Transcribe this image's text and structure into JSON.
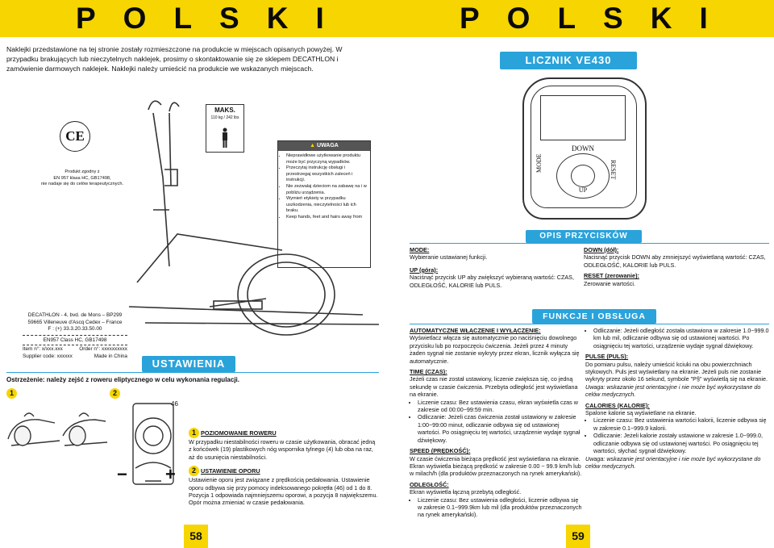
{
  "header": {
    "left_title": "POLSKI",
    "right_title": "POLSKI"
  },
  "intro_text": "Naklejki przedstawione na tej stronie zostały rozmieszczone na produkcie w miejscach opisanych powyżej. W przypadku brakujących lub nieczytelnych naklejek, prosimy o skontaktowanie się ze sklepem DECATHLON i zamówienie darmowych naklejek. Naklejki należy umieścić na produkcie we wskazanych miejscach.",
  "ce_mark": "CE",
  "norm_label": [
    "Produkt zgodny z",
    "EN 957 klasa HC, GB17498,",
    "nie nadaje się do celów terapeutycznych."
  ],
  "max_label": {
    "title": "MAKS.",
    "value": "110 kg / 242 lbs"
  },
  "warning": {
    "title": "UWAGA",
    "items": [
      "Nieprawidłowe użytkowanie produktu może być przyczyną wypadków.",
      "Przeczytaj instrukcję obsługi i przestrzegaj wszystkich zaleceń i instrukcji.",
      "Nie zezwalaj dzieciom na zabawę na i w pobliżu urządzenia.",
      "Wymień etykiety w przypadku uszkodzenia, nieczytelności lub ich braku.",
      "Keep hands, feet and hairs away from"
    ]
  },
  "address": {
    "lines": [
      "DECATHLON - 4, bvd. de Mons – BP299",
      "59665 Villeneuve d'Ascq Cedex – France",
      "F : (+) 33.3.20.33.50.00"
    ],
    "class_line": "EN957 Class HC, GB17498",
    "item_line": "Item n°: x/xxx.xxx",
    "order_line": "Order n°: xxxxxxxxxx",
    "supplier_line": "Supplier code: xxxxxx",
    "made_in": "Made in China"
  },
  "counter": {
    "title": "LICZNIK VE430",
    "buttons": {
      "mode": "MODE",
      "down": "DOWN",
      "up": "UP",
      "reset": "RESET"
    }
  },
  "buttons_section": {
    "title": "OPIS PRZYCISKÓW",
    "mode_head": "MODE:",
    "mode_text": "Wybieranie ustawianej funkcji.",
    "up_head": "UP (góra):",
    "up_text": "Naciśnąć przycisk UP aby zwiększyć wybieraną wartość: CZAS, ODLEGŁOŚĆ, KALORIE lub PULS.",
    "down_head": "DOWN (dół):",
    "down_text": "Nacisnąć przycisk DOWN aby zmniejszyć wyświetlaną wartość: CZAS, ODLEGŁOŚĆ, KALORIE lub PULS.",
    "reset_head": "RESET (zerowanie):",
    "reset_text": "Zerowanie wartości."
  },
  "settings": {
    "title": "USTAWIENIA",
    "warning": "Ostrzeżenie: należy zejść z roweru eliptycznego w celu wykonania regulacji.",
    "step1": "1",
    "step2": "2",
    "knob_number": "46",
    "minus": "−",
    "plus": "+",
    "item1_num": "1",
    "item1_title": "POZIOMOWANIE ROWERU",
    "item1_text": "W przypadku niestabilności roweru w czasie użytkowania, obracać jedną z końcówek (19) plastikowych nóg wspornika tylnego (4) lub oba na raz, aż do usunięcia niestabilności.",
    "item2_num": "2",
    "item2_title": "USTAWIENIE OPORU",
    "item2_text": "Ustawienie oporu jest związane z prędkością pedałowania. Ustawienie oporu odbywa się przy pomocy indeksowanego pokrętła (46) od 1 do 8. Pozycja 1 odpowiada najmniejszemu oporowi, a pozycja 8 największemu. Opór można zmieniać w czasie pedałowania."
  },
  "functions": {
    "title": "FUNKCJE I OBSŁUGA",
    "auto_head": "AUTOMATYCZNE WŁĄCZENIE I WYŁĄCZENIE:",
    "auto_text": "Wyświetlacz włącza się automatycznie po naciśnięciu dowolnego przycisku lub po rozpoczęciu ćwiczenia. Jeżeli przez 4 minuty żaden sygnał nie zostanie wykryty przez ekran, licznik wyłącza się automatycznie.",
    "time_head": "TIME (CZAS):",
    "time_text": "Jeżeli czas nie został ustawiony, liczenie zwiększa się, co jedną sekundę w czasie ćwiczenia. Przebyta odległość jest wyświetlana na ekranie.",
    "time_bullets": [
      "Liczenie czasu: Bez ustawienia czasu, ekran wyświetla czas w zakresie od 00:00~99:59 min.",
      "Odliczanie: Jeżeli czas ćwiczenia został ustawiony w zakresie 1:00~99:00 minut, odliczanie odbywa się od ustawionej wartości. Po osiągnięciu tej wartości, urządzenie wydaje sygnał dźwiękowy."
    ],
    "speed_head": "SPEED (PRĘDKOŚĆ):",
    "speed_text": "W czasie ćwiczenia bieżąca prędkość jest wyświetlana na ekranie. Ekran wyświetla bieżącą prędkość w zakresie 0.00 ~ 99.9 km/h lub w milach/h (dla produktów przeznaczonych na rynek amerykański).",
    "dist_head": "ODLEGŁOŚĆ:",
    "dist_text": "Ekran wyświetla łączną przebytą odległość.",
    "dist_bullets": [
      "Liczenie czasu: Bez ustawienia odległości, liczenie odbywa się w zakresie 0.1~999.9km lub mil (dla produktów przeznaczonych na rynek amerykański)."
    ],
    "right_bullets": [
      "Odliczanie: Jeżeli odległość została ustawiona w zakresie 1.0~999.0 km lub mil, odliczanie odbywa się od ustawionej wartości. Po osiągnięciu tej wartości, urządzenie wydaje sygnał dźwiękowy."
    ],
    "pulse_head": "PULSE (PULS):",
    "pulse_text": "Do pomiaru pulsu, należy umieścić kciuki na obu powierzchniach stykowych. Puls jest wyświetlany na ekranie. Jeżeli puls nie zostanie wykryty przez około 16 sekund, symbole \"P§\" wyświetlą się na ekranie.",
    "pulse_note": "Uwaga: wskazanie jest orientacyjne i nie może być wykorzystane do celów medycznych.",
    "cal_head": "CALORIES (KALORIE):",
    "cal_text": "Spalone kalorie są wyświetlane na ekranie.",
    "cal_bullets": [
      "Liczenie czasu: Bez ustawienia wartości kalorii, liczenie odbywa się w zakresie 0.1~999.9 kalorii.",
      "Odliczanie: Jeżeli kalorie zostały ustawione w zakresie 1.0~999.0, odliczanie odbywa się od ustawionej wartości. Po osiągnięciu tej wartości, słychać sygnał dźwiękowy."
    ],
    "cal_note": "Uwaga: wskazanie jest orientacyjne i nie może być wykorzystane do celów medycznych."
  },
  "page_numbers": {
    "left": "58",
    "right": "59"
  },
  "colors": {
    "yellow": "#f6d500",
    "blue": "#2aa3db"
  }
}
